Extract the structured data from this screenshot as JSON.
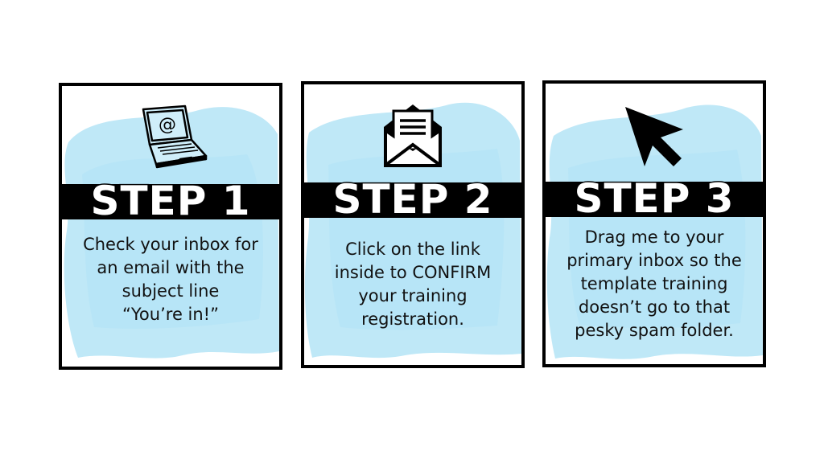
{
  "colors": {
    "wash": "#bfe8f7",
    "wash_dark": "#a9dff4",
    "border": "#000000",
    "band": "#000000"
  },
  "steps": [
    {
      "title": "STEP 1",
      "icon": "laptop-at-icon",
      "lines": [
        "Check your inbox for",
        "an email with the",
        "subject line",
        "“You’re in!”"
      ]
    },
    {
      "title": "STEP 2",
      "icon": "open-envelope-icon",
      "lines": [
        "Click on the link",
        "inside to CONFIRM",
        "your training",
        "registration."
      ]
    },
    {
      "title": "STEP 3",
      "icon": "cursor-arrow-icon",
      "lines": [
        "Drag me to your",
        "primary inbox so the",
        "template training",
        "doesn’t go to that",
        "pesky spam folder."
      ]
    }
  ]
}
